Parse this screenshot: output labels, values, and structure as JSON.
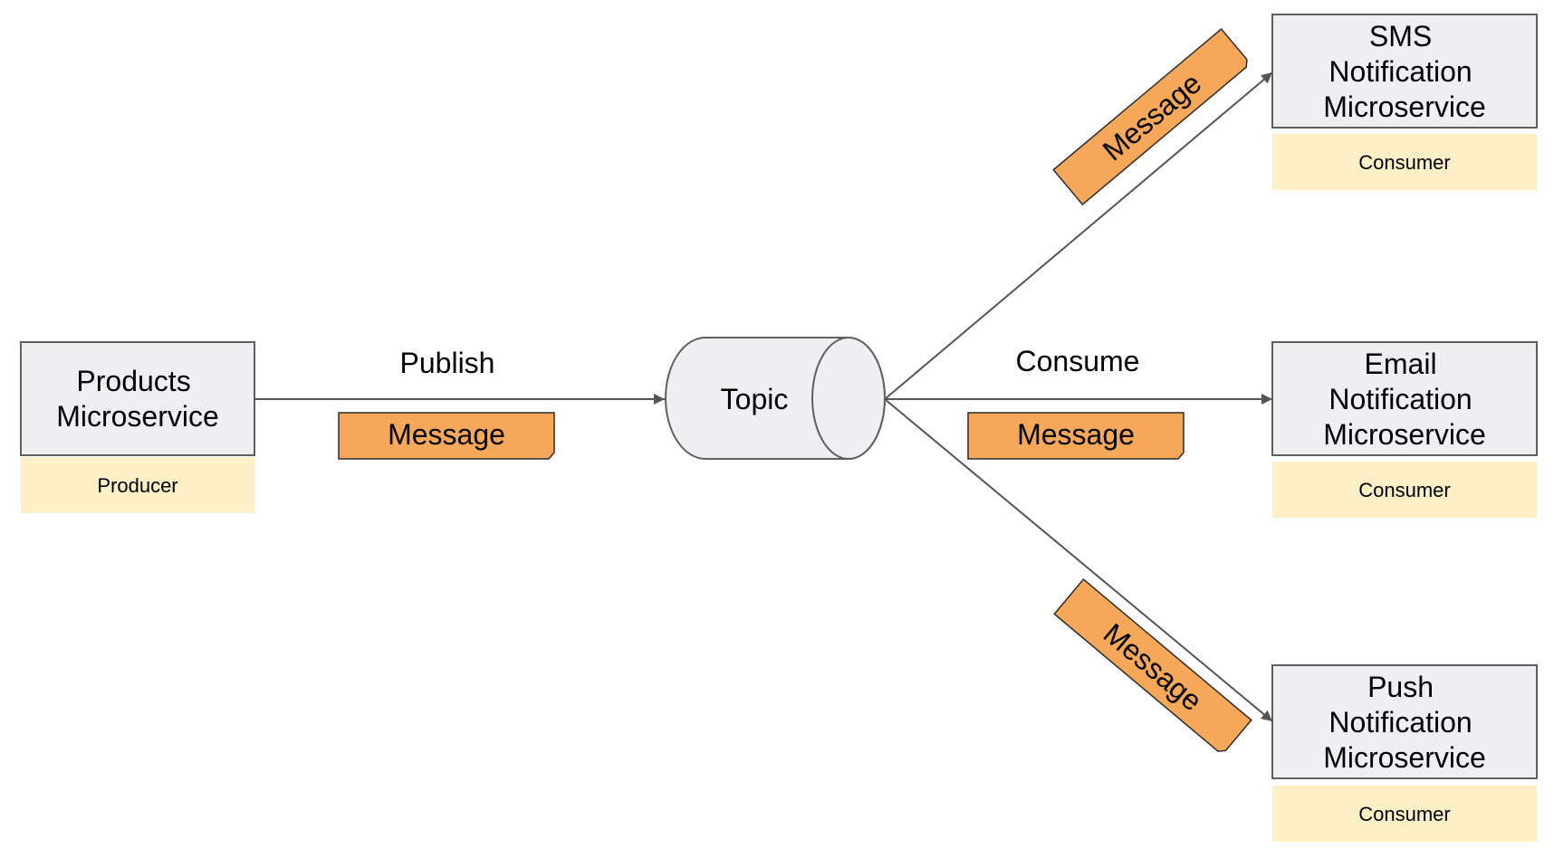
{
  "producer": {
    "title_lines": [
      "Products",
      "Microservice"
    ],
    "role": "Producer"
  },
  "topic": {
    "label": "Topic"
  },
  "edges": {
    "publish_label": "Publish",
    "consume_label": "Consume"
  },
  "message_label": "Message",
  "consumers": [
    {
      "title_lines": [
        "SMS",
        "Notification",
        "Microservice"
      ],
      "role": "Consumer"
    },
    {
      "title_lines": [
        "Email",
        "Notification",
        "Microservice"
      ],
      "role": "Consumer"
    },
    {
      "title_lines": [
        "Push",
        "Notification",
        "Microservice"
      ],
      "role": "Consumer"
    }
  ],
  "colors": {
    "box_fill": "#efeef1",
    "box_stroke": "#5f5f5f",
    "role_fill": "#fdefc6",
    "message_fill": "#f6a85a",
    "message_stroke": "#2b2b2b",
    "line": "#555555"
  }
}
